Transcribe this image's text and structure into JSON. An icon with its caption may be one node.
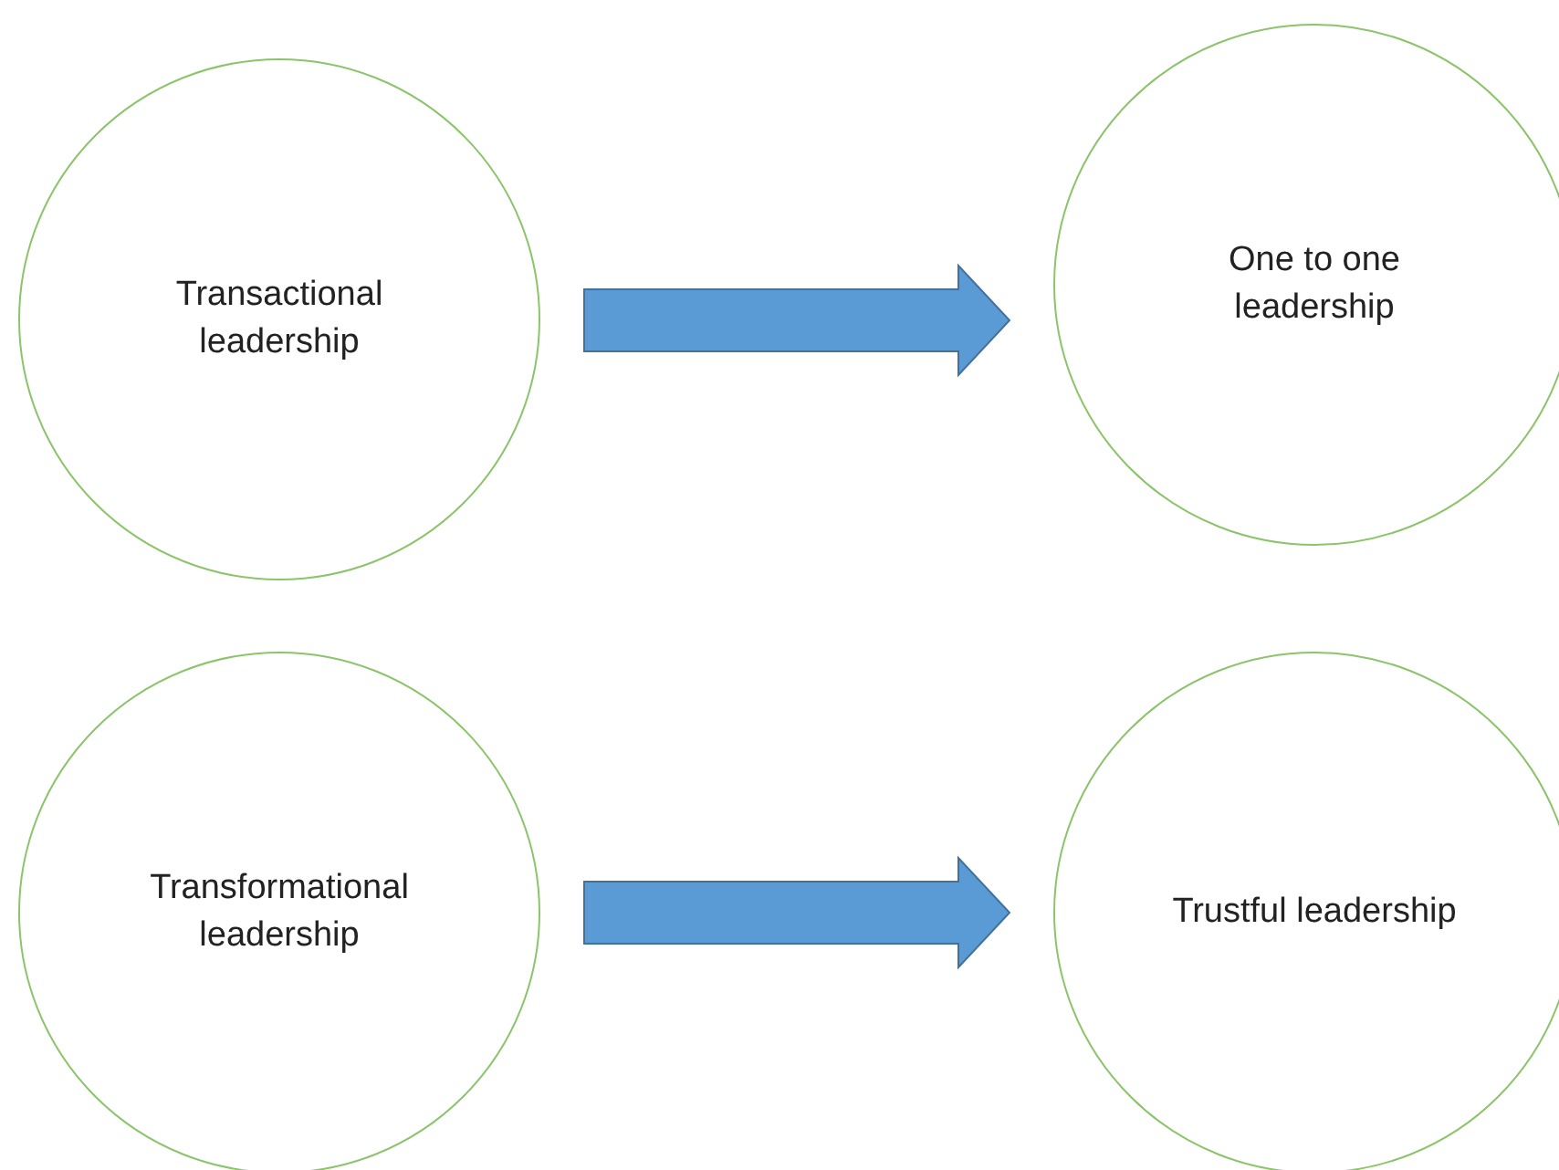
{
  "diagram": {
    "nodes": [
      {
        "text": [
          "Transactional leadership"
        ]
      },
      {
        "text": [
          "One to one leadership"
        ]
      },
      {
        "text": [
          "Transformational leadership"
        ]
      },
      {
        "text": [
          "Trustful leadership"
        ]
      }
    ],
    "edges": [
      {
        "from": 0,
        "to": 1,
        "arrow": "to"
      },
      {
        "from": 2,
        "to": 3,
        "arrow": "to"
      }
    ]
  }
}
